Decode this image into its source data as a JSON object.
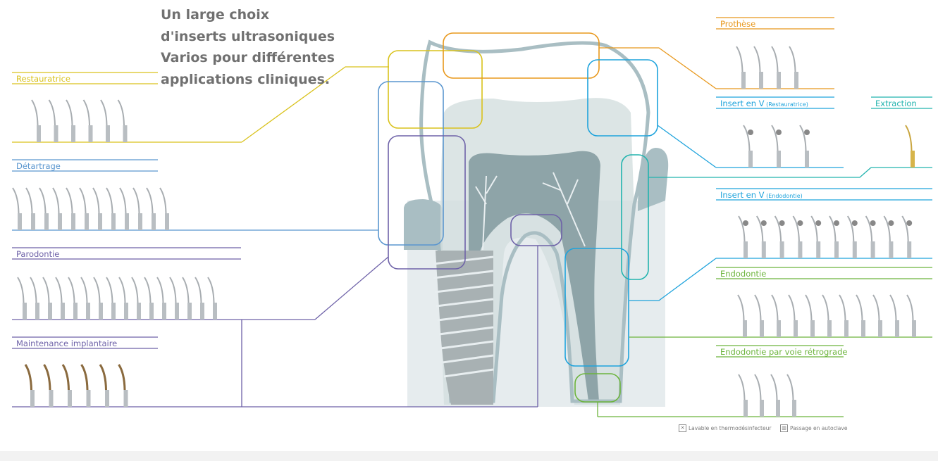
{
  "headline": [
    "Un large choix",
    "d'inserts ultrasoniques",
    "Varios pour différentes",
    "applications cliniques."
  ],
  "categories": [
    {
      "id": "restauratrice",
      "label": "Restauratrice",
      "color": "#d9c21c",
      "insert_count": 6
    },
    {
      "id": "detartrage",
      "label": "Détartrage",
      "color": "#5a96cf",
      "insert_count": 12
    },
    {
      "id": "parodontie",
      "label": "Parodontie",
      "color": "#6e62a8",
      "insert_count": 16
    },
    {
      "id": "maintenance",
      "label": "Maintenance implantaire",
      "color": "#6e62a8",
      "insert_count": 6
    },
    {
      "id": "prothese",
      "label": "Prothèse",
      "color": "#e8981c",
      "insert_count": 4
    },
    {
      "id": "insert-v-restauratrice",
      "label": "Insert en V",
      "sublabel": "(Restauratrice)",
      "color": "#1ea3dc",
      "insert_count": 3
    },
    {
      "id": "extraction",
      "label": "Extraction",
      "color": "#22b3ae",
      "insert_count": 1
    },
    {
      "id": "insert-v-endodontie",
      "label": "Insert en V",
      "sublabel": "(Endodontie)",
      "color": "#1ea3dc",
      "insert_count": 10
    },
    {
      "id": "endodontie",
      "label": "Endodontie",
      "color": "#6cb43c",
      "insert_count": 11
    },
    {
      "id": "endodontie-retrograde",
      "label": "Endodontie par voie rétrograde",
      "color": "#6cb43c",
      "insert_count": 4
    }
  ],
  "legend": {
    "thermo": "Lavable en thermodésinfecteur",
    "autoclave": "Passage en autoclave"
  }
}
